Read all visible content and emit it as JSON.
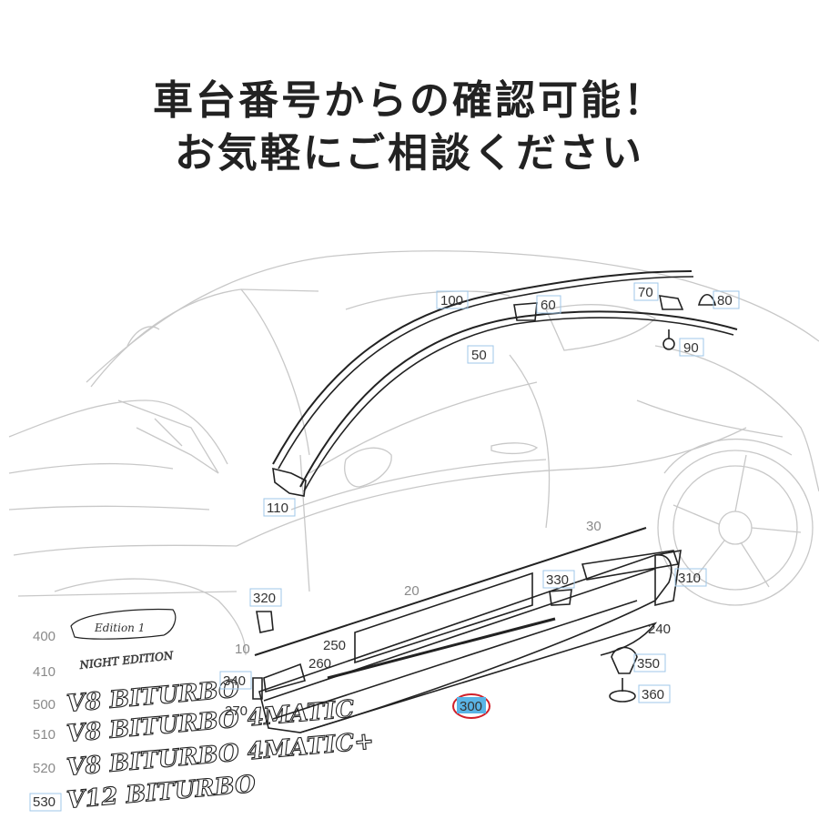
{
  "headline": {
    "line1": "車台番号からの確認可能！",
    "line2": "お気軽にご相談ください"
  },
  "callouts": {
    "c100": "100",
    "c60": "60",
    "c70": "70",
    "c80": "80",
    "c50": "50",
    "c90": "90",
    "c110": "110",
    "c30": "30",
    "c20": "20",
    "c330": "330",
    "c310": "310",
    "c320": "320",
    "c240": "240",
    "c250": "250",
    "c10": "10",
    "c260": "260",
    "c350": "350",
    "c340": "340",
    "c270": "270",
    "c360": "360",
    "c300": "300"
  },
  "emblem_list": [
    {
      "number": "400",
      "emblem": "Edition 1"
    },
    {
      "number": "410",
      "emblem": "NIGHT EDITION"
    },
    {
      "number": "500",
      "emblem": "V8 BITURBO"
    },
    {
      "number": "510",
      "emblem": "V8 BITURBO 4MATIC"
    },
    {
      "number": "520",
      "emblem": "V8 BITURBO 4MATIC+"
    },
    {
      "number": "530",
      "emblem": "V12 BITURBO"
    }
  ],
  "highlight": {
    "part": "300",
    "color": "#d0202a",
    "fill": "#5ab4e6"
  },
  "colors": {
    "line": "#c8c8c8",
    "part": "#222222",
    "label_box": "#9fc7e8"
  }
}
